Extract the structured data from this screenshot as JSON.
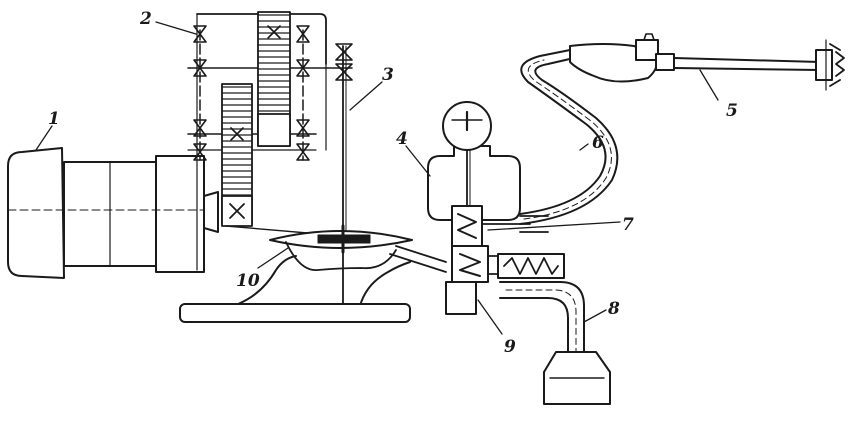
{
  "labels": {
    "motor": "1",
    "gearbox": "2",
    "shaft": "3",
    "air_chamber": "4",
    "spray_gun": "5",
    "delivery_hose": "6",
    "discharge_valve": "7",
    "suction_hose": "8",
    "suction_valve": "9",
    "diaphragm": "10"
  },
  "colors": {
    "line": "#1a1a1a",
    "fill": "#ffffff",
    "hatch": "#555555"
  }
}
